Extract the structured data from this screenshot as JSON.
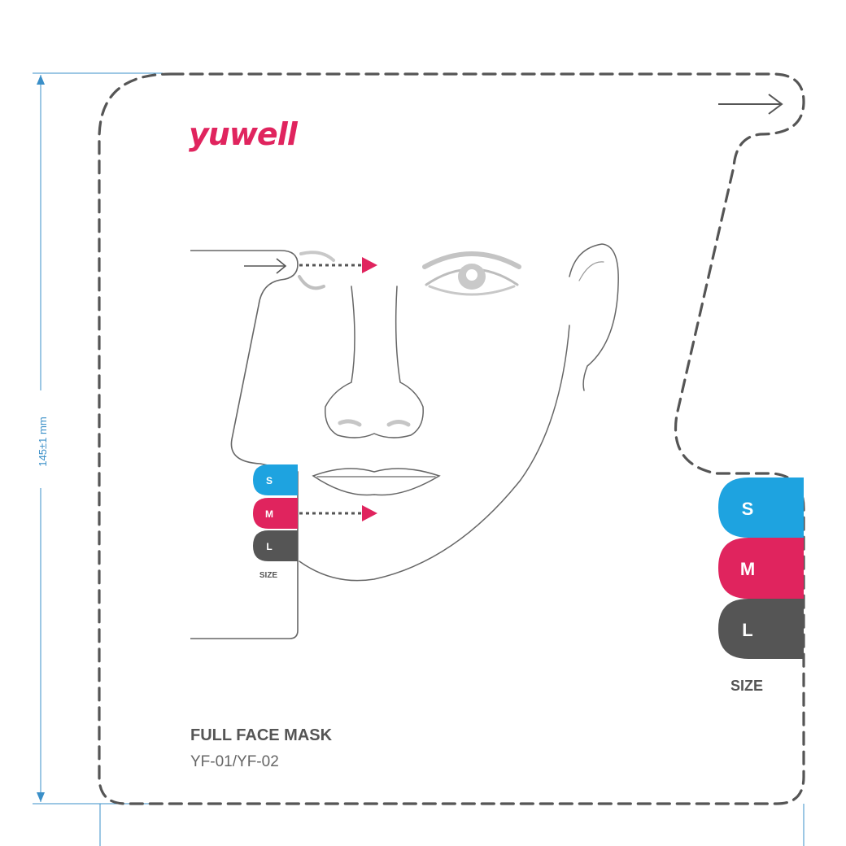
{
  "brand": {
    "logo_text": "yuwell",
    "color": "#e0245e"
  },
  "dimension": {
    "label": "145±1 mm",
    "color": "#3a8fc8"
  },
  "product": {
    "title": "FULL FACE MASK",
    "model": "YF-01/YF-02"
  },
  "size_guide_small": {
    "sizes": [
      {
        "label": "S",
        "color": "#1ea3e0"
      },
      {
        "label": "M",
        "color": "#e0245e"
      },
      {
        "label": "L",
        "color": "#555555"
      }
    ],
    "caption": "SIZE"
  },
  "size_guide_large": {
    "sizes": [
      {
        "label": "S",
        "color": "#1ea3e0"
      },
      {
        "label": "M",
        "color": "#e0245e"
      },
      {
        "label": "L",
        "color": "#555555"
      }
    ],
    "caption": "SIZE"
  },
  "colors": {
    "outline": "#555555",
    "face_line": "#666666",
    "accent_arrow": "#e0245e"
  }
}
